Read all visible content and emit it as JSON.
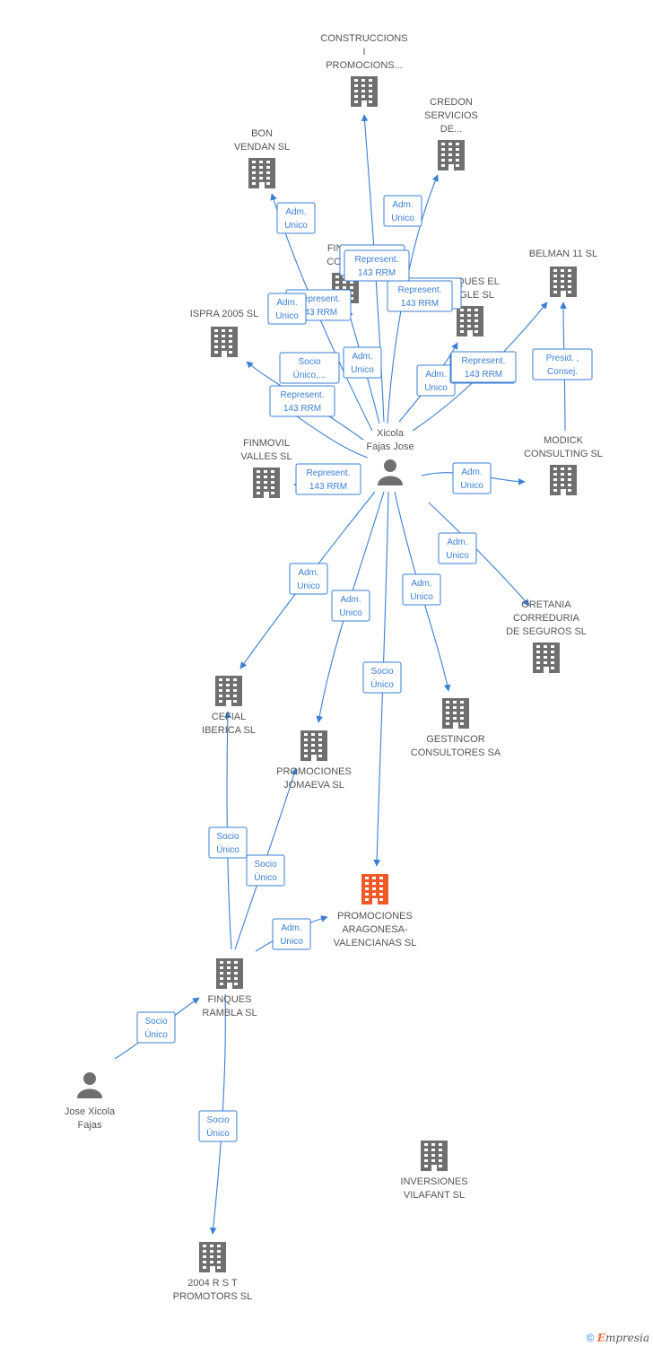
{
  "colors": {
    "edge": "#3a7fd5",
    "building": "#6f6f6f",
    "highlight": "#f05a28",
    "person": "#6f6f6f",
    "label": "#555555"
  },
  "nodes": [
    {
      "id": "construccions",
      "type": "company",
      "lines": [
        "CONSTRUCCIONS",
        "I",
        "PROMOCIONS..."
      ]
    },
    {
      "id": "credon",
      "type": "company",
      "lines": [
        "CREDON",
        "SERVICIOS",
        "DE..."
      ]
    },
    {
      "id": "bon_vendan",
      "type": "company",
      "lines": [
        "BON",
        "VENDAN SL"
      ]
    },
    {
      "id": "fincas_corr",
      "type": "company",
      "lines": [
        "FINCAS",
        "CORR..."
      ]
    },
    {
      "id": "finques_angle",
      "type": "company",
      "lines": [
        "FINQUES EL",
        "ANGLE SL"
      ]
    },
    {
      "id": "belman",
      "type": "company",
      "lines": [
        "BELMAN 11 SL"
      ]
    },
    {
      "id": "ispra",
      "type": "company",
      "lines": [
        "ISPRA 2005 SL"
      ]
    },
    {
      "id": "finmovil",
      "type": "company",
      "lines": [
        "FINMOVIL",
        "VALLES SL"
      ]
    },
    {
      "id": "xicola",
      "type": "person",
      "lines": [
        "Xicola",
        "Fajas Jose"
      ]
    },
    {
      "id": "modick",
      "type": "company",
      "lines": [
        "MODICK",
        "CONSULTING SL"
      ]
    },
    {
      "id": "oretania",
      "type": "company",
      "lines": [
        "ORETANIA",
        "CORREDURIA",
        "DE SEGUROS SL"
      ]
    },
    {
      "id": "cefial",
      "type": "company",
      "lines": [
        "CEFIAL",
        "IBERICA SL"
      ]
    },
    {
      "id": "gestincor",
      "type": "company",
      "lines": [
        "GESTINCOR",
        "CONSULTORES SA"
      ]
    },
    {
      "id": "jomaeva",
      "type": "company",
      "lines": [
        "PROMOCIONES",
        "JOMAEVA SL"
      ]
    },
    {
      "id": "aragonesa",
      "type": "company",
      "highlight": true,
      "lines": [
        "PROMOCIONES",
        "ARAGONESA-",
        "VALENCIANAS SL"
      ]
    },
    {
      "id": "rambla",
      "type": "company",
      "lines": [
        "FINQUES",
        "RAMBLA SL"
      ]
    },
    {
      "id": "jose_xicola",
      "type": "person",
      "lines": [
        "Jose Xicola",
        "Fajas"
      ]
    },
    {
      "id": "inversiones",
      "type": "company",
      "lines": [
        "INVERSIONES",
        "VILAFANT SL"
      ]
    },
    {
      "id": "rst",
      "type": "company",
      "lines": [
        "2004 R S T",
        "PROMOTORS SL"
      ]
    }
  ],
  "edges": [
    {
      "from": "xicola",
      "to": "construccions",
      "lines": []
    },
    {
      "from": "xicola",
      "to": "bon_vendan",
      "lines": [
        "Adm.",
        "Unico"
      ]
    },
    {
      "from": "xicola",
      "to": "credon",
      "lines": [
        "Adm.",
        "Unico"
      ]
    },
    {
      "from": "xicola",
      "to": "finques_angle",
      "lines": [
        "Represent.",
        "143 RRM"
      ]
    },
    {
      "from": "xicola",
      "to": "fincas_corr",
      "lines": [
        "Adm.",
        "Unico"
      ]
    },
    {
      "from": "xicola",
      "to": "ispra",
      "lines": [
        "Socio",
        "Único,..."
      ]
    },
    {
      "from": "xicola",
      "to": "belman",
      "lines": [
        "Represent.",
        "143 RRM"
      ]
    },
    {
      "from": "xicola",
      "to": "finmovil",
      "lines": [
        "Represent.",
        "143 RRM"
      ]
    },
    {
      "from": "xicola",
      "to": "modick",
      "lines": [
        "Represent.",
        "143 RRM"
      ]
    },
    {
      "from": "modick",
      "to": "belman",
      "lines": [
        "Adm.",
        "Unico"
      ]
    },
    {
      "from": "xicola",
      "to": "oretania",
      "lines": [
        "Presid. ,",
        "Consej."
      ]
    },
    {
      "from": "xicola",
      "to": "cefial",
      "lines": [
        "Adm.",
        "Unico"
      ]
    },
    {
      "from": "xicola",
      "to": "jomaeva",
      "lines": [
        "Adm.",
        "Unico"
      ]
    },
    {
      "from": "xicola",
      "to": "gestincor",
      "lines": [
        "Adm.",
        "Unico"
      ]
    },
    {
      "from": "xicola",
      "to": "aragonesa",
      "lines": [
        "Adm.",
        "Unico"
      ]
    },
    {
      "from": "rambla",
      "to": "cefial",
      "lines": [
        "Socio",
        "Único"
      ]
    },
    {
      "from": "rambla",
      "to": "jomaeva",
      "lines": [
        "Socio",
        "Único"
      ]
    },
    {
      "from": "rambla",
      "to": "aragonesa",
      "lines": [
        "Socio",
        "Único"
      ]
    },
    {
      "from": "jose_xicola",
      "to": "rambla",
      "lines": [
        "Adm.",
        "Unico"
      ]
    },
    {
      "from": "rambla",
      "to": "rst",
      "lines": [
        "Socio",
        "Único"
      ]
    },
    {
      "from": "aragonesa",
      "to": "inversiones",
      "lines": [
        "Socio",
        "Único"
      ]
    }
  ],
  "overlay_boxes": [
    {
      "lines": [
        "Represent.",
        "143 RRM"
      ]
    },
    {
      "lines": [
        "Adm.",
        "Unico"
      ]
    },
    {
      "lines": [
        "Represent.",
        "143 RRM"
      ]
    },
    {
      "lines": [
        "Adm.",
        "Unico"
      ]
    },
    {
      "lines": [
        "Represent.",
        "143 RRM"
      ]
    },
    {
      "lines": [
        "Represent.",
        "143 RRM"
      ]
    },
    {
      "lines": [
        "Represent.",
        "143 RRM"
      ]
    }
  ],
  "footer": {
    "copyright": "©",
    "brand_initial": "E",
    "brand_rest": "mpresia"
  }
}
